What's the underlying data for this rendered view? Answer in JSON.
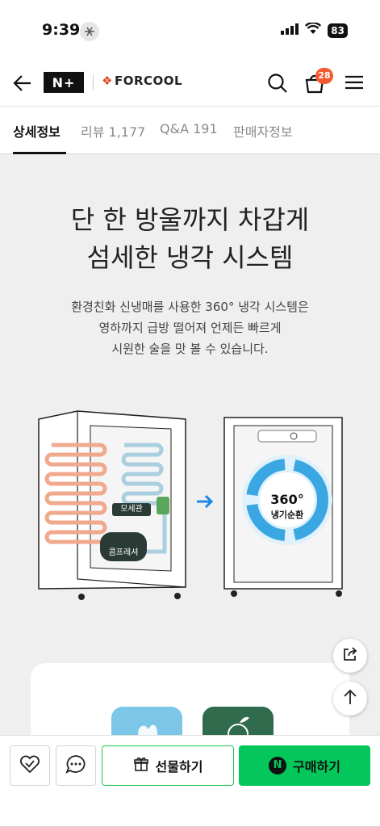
{
  "status": {
    "time": "9:39",
    "battery": "83"
  },
  "nav": {
    "logo_np": "N+",
    "brand_name": "FORCOOL",
    "cart_count": "28",
    "icons": [
      "back-arrow-icon",
      "search-icon",
      "cart-icon",
      "menu-icon"
    ]
  },
  "tabs": [
    {
      "label": "상세정보",
      "active": true
    },
    {
      "label": "리뷰 1,177"
    },
    {
      "label": "Q&A 191"
    },
    {
      "label": "판매자정보"
    }
  ],
  "content": {
    "headline_line1": "단 한 방울까지 차갑게",
    "headline_line2": "섬세한 냉각 시스템",
    "desc_line1": "환경친화 신냉매를 사용한 360° 냉각 시스템은",
    "desc_line2": "영하까지 급방 떨어져 언제든 빠르게",
    "desc_line3": "시원한 술을 맛 볼 수 있습니다.",
    "diagram": {
      "label_capillary": "모세관",
      "label_compressor": "콤프레셔",
      "cycle_degrees": "360°",
      "cycle_label": "냉기순환"
    }
  },
  "bottom": {
    "gift_label": "선물하기",
    "buy_label": "구매하기",
    "buy_icon_letter": "N"
  },
  "colors": {
    "accent_green": "#03c75a",
    "badge_orange": "#f25a32",
    "arrow_blue": "#1e88e5"
  }
}
